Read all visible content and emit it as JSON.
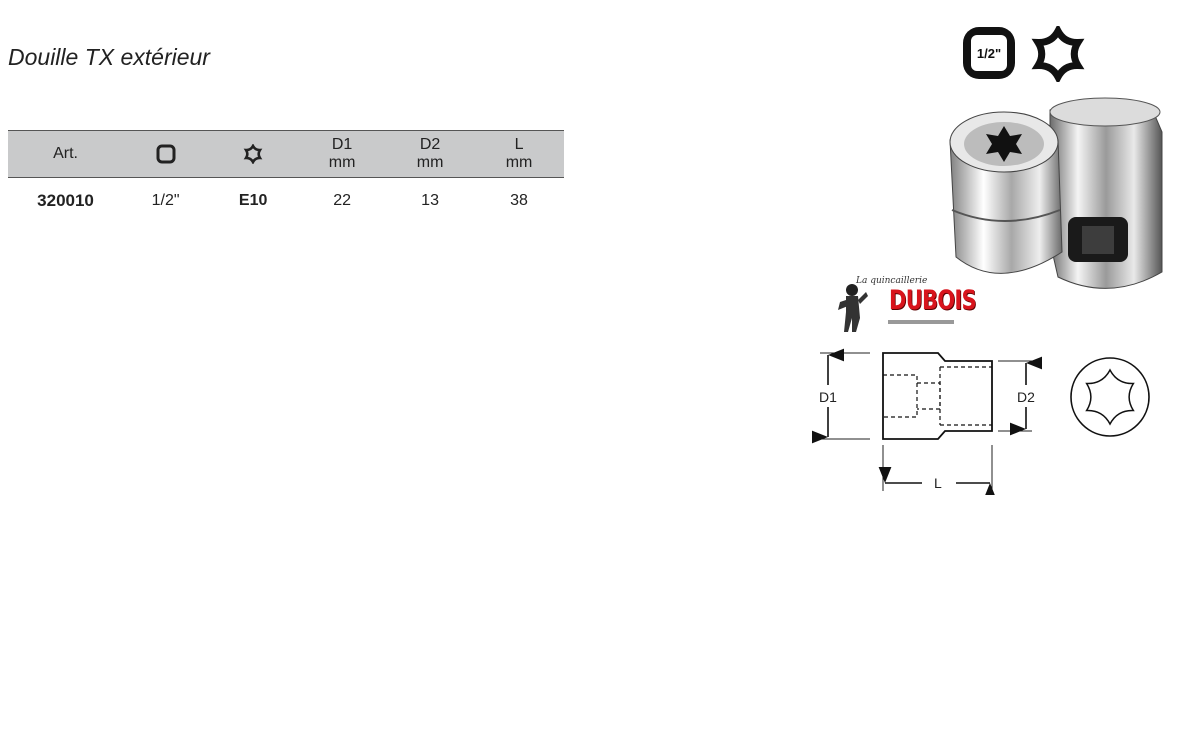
{
  "title": "Douille TX extérieur",
  "badges": {
    "drive_label": "1/2\"",
    "square_icon": "square-drive-icon",
    "torx_icon": "torx-star-icon"
  },
  "table": {
    "headers": [
      {
        "line1": "Art.",
        "line2": ""
      },
      {
        "icon": "square-drive-icon"
      },
      {
        "icon": "torx-star-icon"
      },
      {
        "line1": "D1",
        "line2": "mm"
      },
      {
        "line1": "D2",
        "line2": "mm"
      },
      {
        "line1": "L",
        "line2": "mm"
      }
    ],
    "rows": [
      {
        "art": "320010",
        "drive": "1/2\"",
        "tx": "E10",
        "d1": "22",
        "d2": "13",
        "l": "38"
      }
    ]
  },
  "logo": {
    "brand": "DUBOIS",
    "tagline": "La quincaillerie"
  },
  "drawing": {
    "d1_label": "D1",
    "d2_label": "D2",
    "l_label": "L"
  },
  "colors": {
    "header_bg": "#c9cacb",
    "logo_red": "#d8141c",
    "text": "#222222"
  }
}
